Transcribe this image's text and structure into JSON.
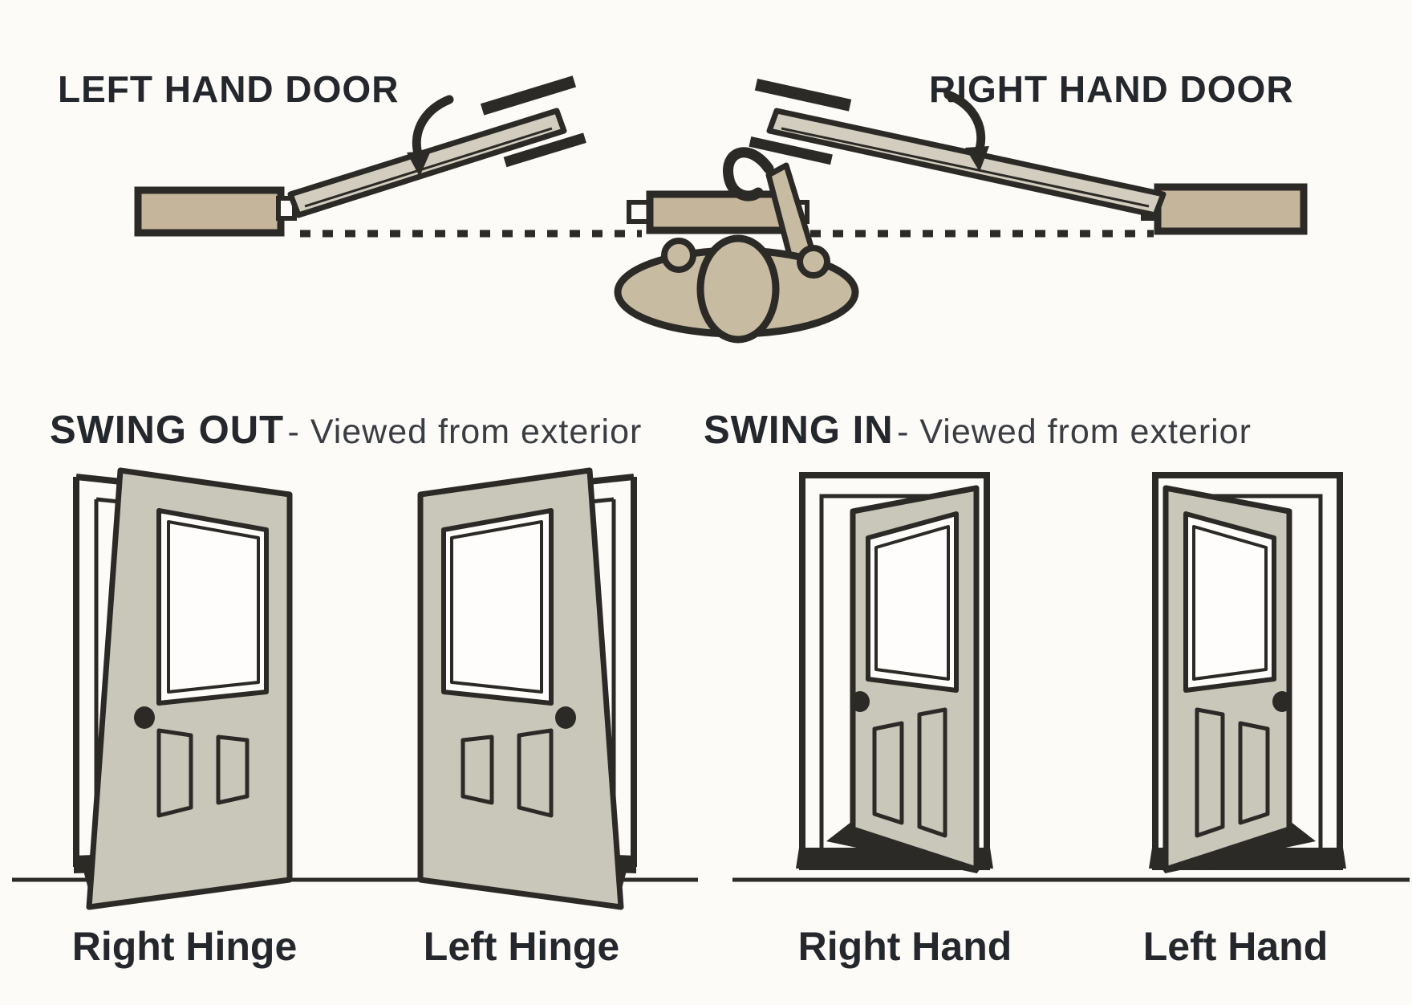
{
  "top_view": {
    "left_door_label": "LEFT HAND DOOR",
    "right_door_label": "RIGHT HAND DOOR"
  },
  "sections": [
    {
      "title": "SWING OUT",
      "subtitle": "- Viewed from exterior",
      "doors": [
        {
          "label": "Right Hinge",
          "swing": "out",
          "knob_side": "left"
        },
        {
          "label": "Left Hinge",
          "swing": "out",
          "knob_side": "right"
        }
      ]
    },
    {
      "title": "SWING IN",
      "subtitle": "- Viewed from exterior",
      "doors": [
        {
          "label": "Right Hand",
          "swing": "in",
          "knob_side": "left"
        },
        {
          "label": "Left Hand",
          "swing": "in",
          "knob_side": "right"
        }
      ]
    }
  ],
  "colors": {
    "background": "#fcfbf8",
    "text": "#24272c",
    "subtext": "#3a3d42",
    "ink": "#2b2a26",
    "wall": "#c4b59b",
    "leaf": "#d2cdbf",
    "panel": "#c9c6ba",
    "person": "#c7bba2"
  }
}
